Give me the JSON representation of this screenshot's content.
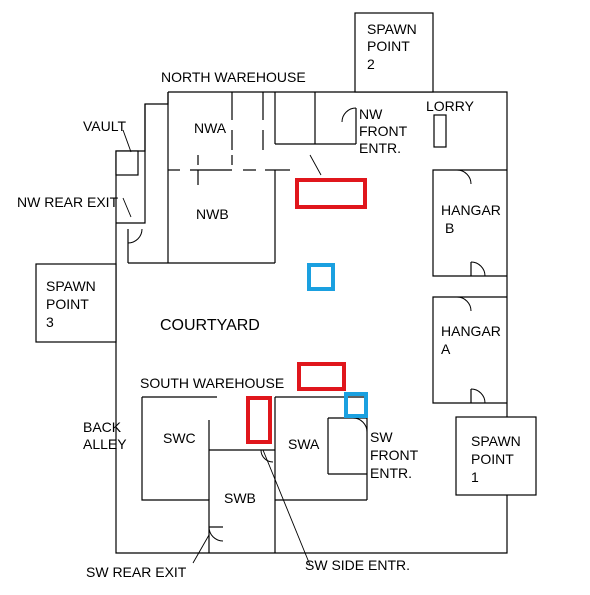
{
  "map": {
    "labels": {
      "north_warehouse": "NORTH WAREHOUSE",
      "nwa": "NWA",
      "nwb": "NWB",
      "vault": "VAULT",
      "nw_rear_exit": "NW REAR EXIT",
      "nw_front_entr": [
        "NW",
        "FRONT",
        "ENTR."
      ],
      "lorry": "LORRY",
      "spawn_point_2": [
        "SPAWN",
        "POINT",
        "2"
      ],
      "spawn_point_3": [
        "SPAWN",
        "POINT",
        "3"
      ],
      "spawn_point_1": [
        "SPAWN",
        "POINT",
        "1"
      ],
      "hangar_b": [
        "HANGAR",
        "B"
      ],
      "hangar_a": [
        "HANGAR",
        "A"
      ],
      "courtyard": "COURTYARD",
      "south_warehouse": "SOUTH WAREHOUSE",
      "back_alley": [
        "BACK",
        "ALLEY"
      ],
      "swc": "SWC",
      "swa": "SWA",
      "swb": "SWB",
      "sw_front_entr": [
        "SW",
        "FRONT",
        "ENTR."
      ],
      "sw_rear_exit": "SW REAR EXIT",
      "sw_side_entr": "SW SIDE ENTR."
    },
    "markers": [
      {
        "type": "red-rect",
        "color": "#e0161c"
      },
      {
        "type": "red-rect",
        "color": "#e0161c"
      },
      {
        "type": "red-rect",
        "color": "#e0161c"
      },
      {
        "type": "blue-square",
        "color": "#1aa0e0"
      },
      {
        "type": "blue-square",
        "color": "#1aa0e0"
      }
    ]
  }
}
